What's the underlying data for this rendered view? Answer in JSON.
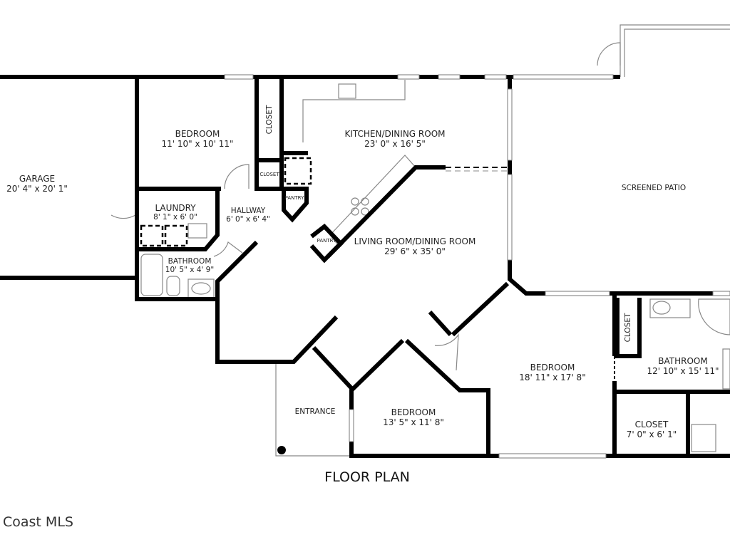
{
  "plan_title": "FLOOR PLAN",
  "watermark": "Coast MLS",
  "rooms": {
    "garage": {
      "name": "GARAGE",
      "size": "20' 4\" x 20' 1\""
    },
    "bedroom1": {
      "name": "BEDROOM",
      "size": "11' 10\" x 10' 11\""
    },
    "closet_top": {
      "name": "CLOSET"
    },
    "closet_small": {
      "name": "CLOSET"
    },
    "pantry1": {
      "name": "PANTRY"
    },
    "pantry2": {
      "name": "PANTRY"
    },
    "kitchen": {
      "name": "KITCHEN/DINING ROOM",
      "size": "23' 0\" x 16' 5\""
    },
    "laundry": {
      "name": "LAUNDRY",
      "size": "8' 1\" x 6' 0\""
    },
    "hallway": {
      "name": "HALLWAY",
      "size": "6' 0\" x 6' 4\""
    },
    "bathroom1": {
      "name": "BATHROOM",
      "size": "10' 5\" x 4' 9\""
    },
    "living": {
      "name": "LIVING ROOM/DINING ROOM",
      "size": "29' 6\" x 35' 0\""
    },
    "patio": {
      "name": "SCREENED PATIO"
    },
    "entrance": {
      "name": "ENTRANCE"
    },
    "bedroom3": {
      "name": "BEDROOM",
      "size": "13' 5\" x 11' 8\""
    },
    "bedroom2": {
      "name": "BEDROOM",
      "size": "18' 11\" x 17' 8\""
    },
    "closet_master": {
      "name": "CLOSET"
    },
    "bathroom2": {
      "name": "BATHROOM",
      "size": "12' 10\" x 15' 11\""
    },
    "closet_walkin": {
      "name": "CLOSET",
      "size": "7' 0\" x 6' 1\""
    }
  }
}
